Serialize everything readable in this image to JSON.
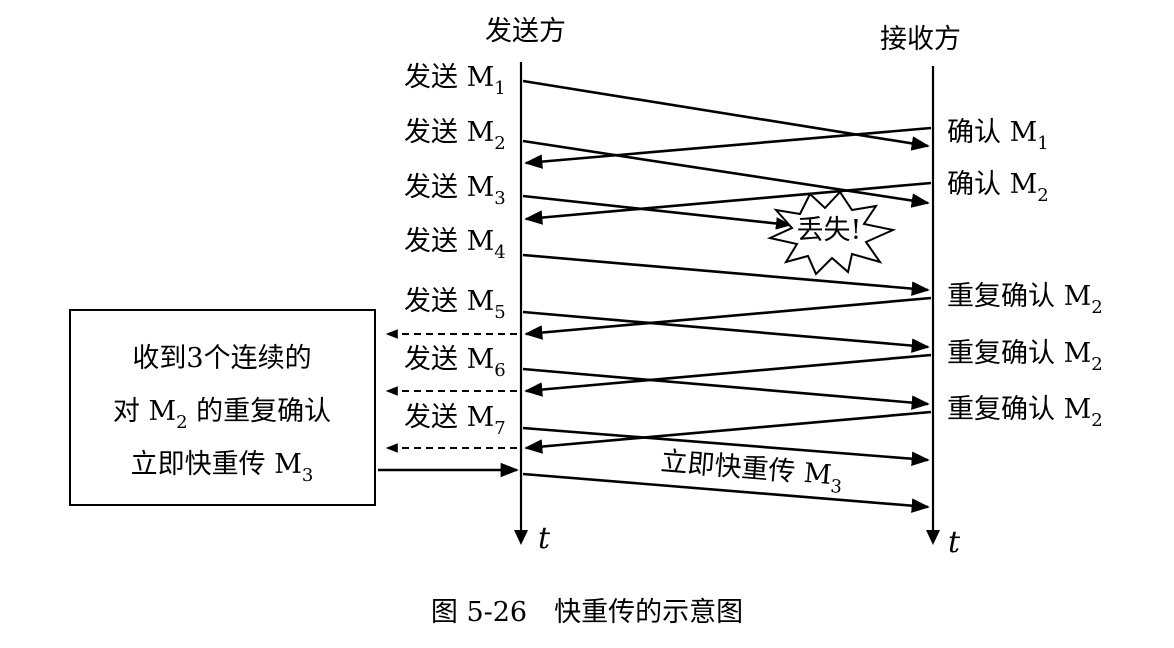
{
  "sender": {
    "title": "发送方",
    "time_label": "t"
  },
  "receiver": {
    "title": "接收方",
    "time_label": "t"
  },
  "send_labels": [
    {
      "text": "发送 M",
      "sub": "1"
    },
    {
      "text": "发送 M",
      "sub": "2"
    },
    {
      "text": "发送 M",
      "sub": "3"
    },
    {
      "text": "发送 M",
      "sub": "4"
    },
    {
      "text": "发送 M",
      "sub": "5"
    },
    {
      "text": "发送 M",
      "sub": "6"
    },
    {
      "text": "发送 M",
      "sub": "7"
    }
  ],
  "ack_labels": [
    {
      "text": "确认 M",
      "sub": "1"
    },
    {
      "text": "确认 M",
      "sub": "2"
    },
    {
      "text": "重复确认 M",
      "sub": "2"
    },
    {
      "text": "重复确认 M",
      "sub": "2"
    },
    {
      "text": "重复确认 M",
      "sub": "2"
    }
  ],
  "lost_label": "丢失!",
  "note": {
    "line1": "收到3个连续的",
    "line2_pre": "对 M",
    "line2_sub": "2",
    "line2_post": " 的重复确认",
    "line3_pre": "立即快重传 M",
    "line3_sub": "3"
  },
  "retransmit": {
    "text": "立即快重传 M",
    "sub": "3"
  },
  "caption": "图 5-26　快重传的示意图"
}
